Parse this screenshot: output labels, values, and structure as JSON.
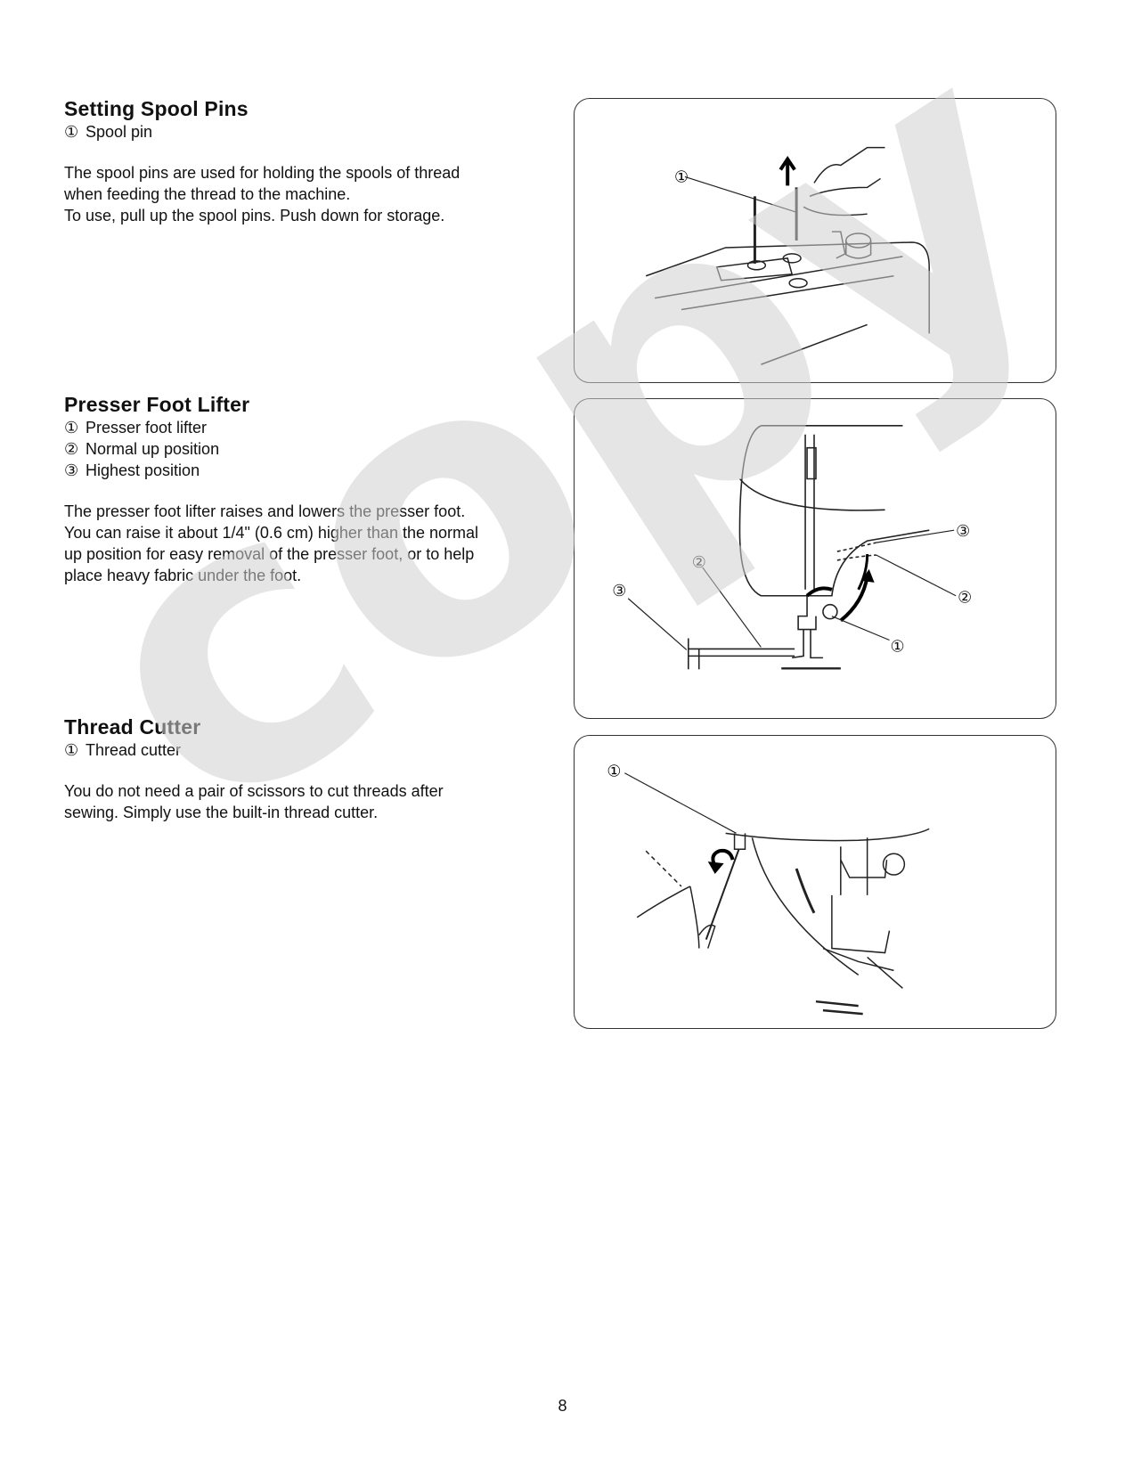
{
  "sections": [
    {
      "title": "Setting Spool Pins",
      "legend": [
        {
          "num": "①",
          "label": "Spool pin"
        }
      ],
      "paragraph": [
        "The spool pins are used for holding the spools of thread",
        "when feeding the thread to the machine.",
        "To use, pull up the spool pins. Push down for storage."
      ]
    },
    {
      "title": "Presser Foot Lifter",
      "legend": [
        {
          "num": "①",
          "label": "Presser foot lifter"
        },
        {
          "num": "②",
          "label": "Normal up position"
        },
        {
          "num": "③",
          "label": "Highest position"
        }
      ],
      "paragraph": [
        "The presser foot lifter raises and lowers the presser foot.",
        "You can raise it about 1/4\" (0.6 cm) higher than the normal",
        "up position for easy removal of the presser foot, or to help",
        "place heavy fabric under the foot."
      ]
    },
    {
      "title": "Thread Cutter",
      "legend": [
        {
          "num": "①",
          "label": "Thread cutter"
        }
      ],
      "paragraph": [
        "You do not need a pair of scissors to cut threads after",
        "sewing. Simply use the built-in thread cutter."
      ]
    }
  ],
  "figures": {
    "spool": {
      "callouts": [
        "①"
      ]
    },
    "lifter": {
      "callouts": [
        "③",
        "②",
        "②",
        "③",
        "①"
      ]
    },
    "cutter": {
      "callouts": [
        "①"
      ]
    }
  },
  "watermark": {
    "text": "copy",
    "color": "#cfcfcf"
  },
  "page_number": "8"
}
